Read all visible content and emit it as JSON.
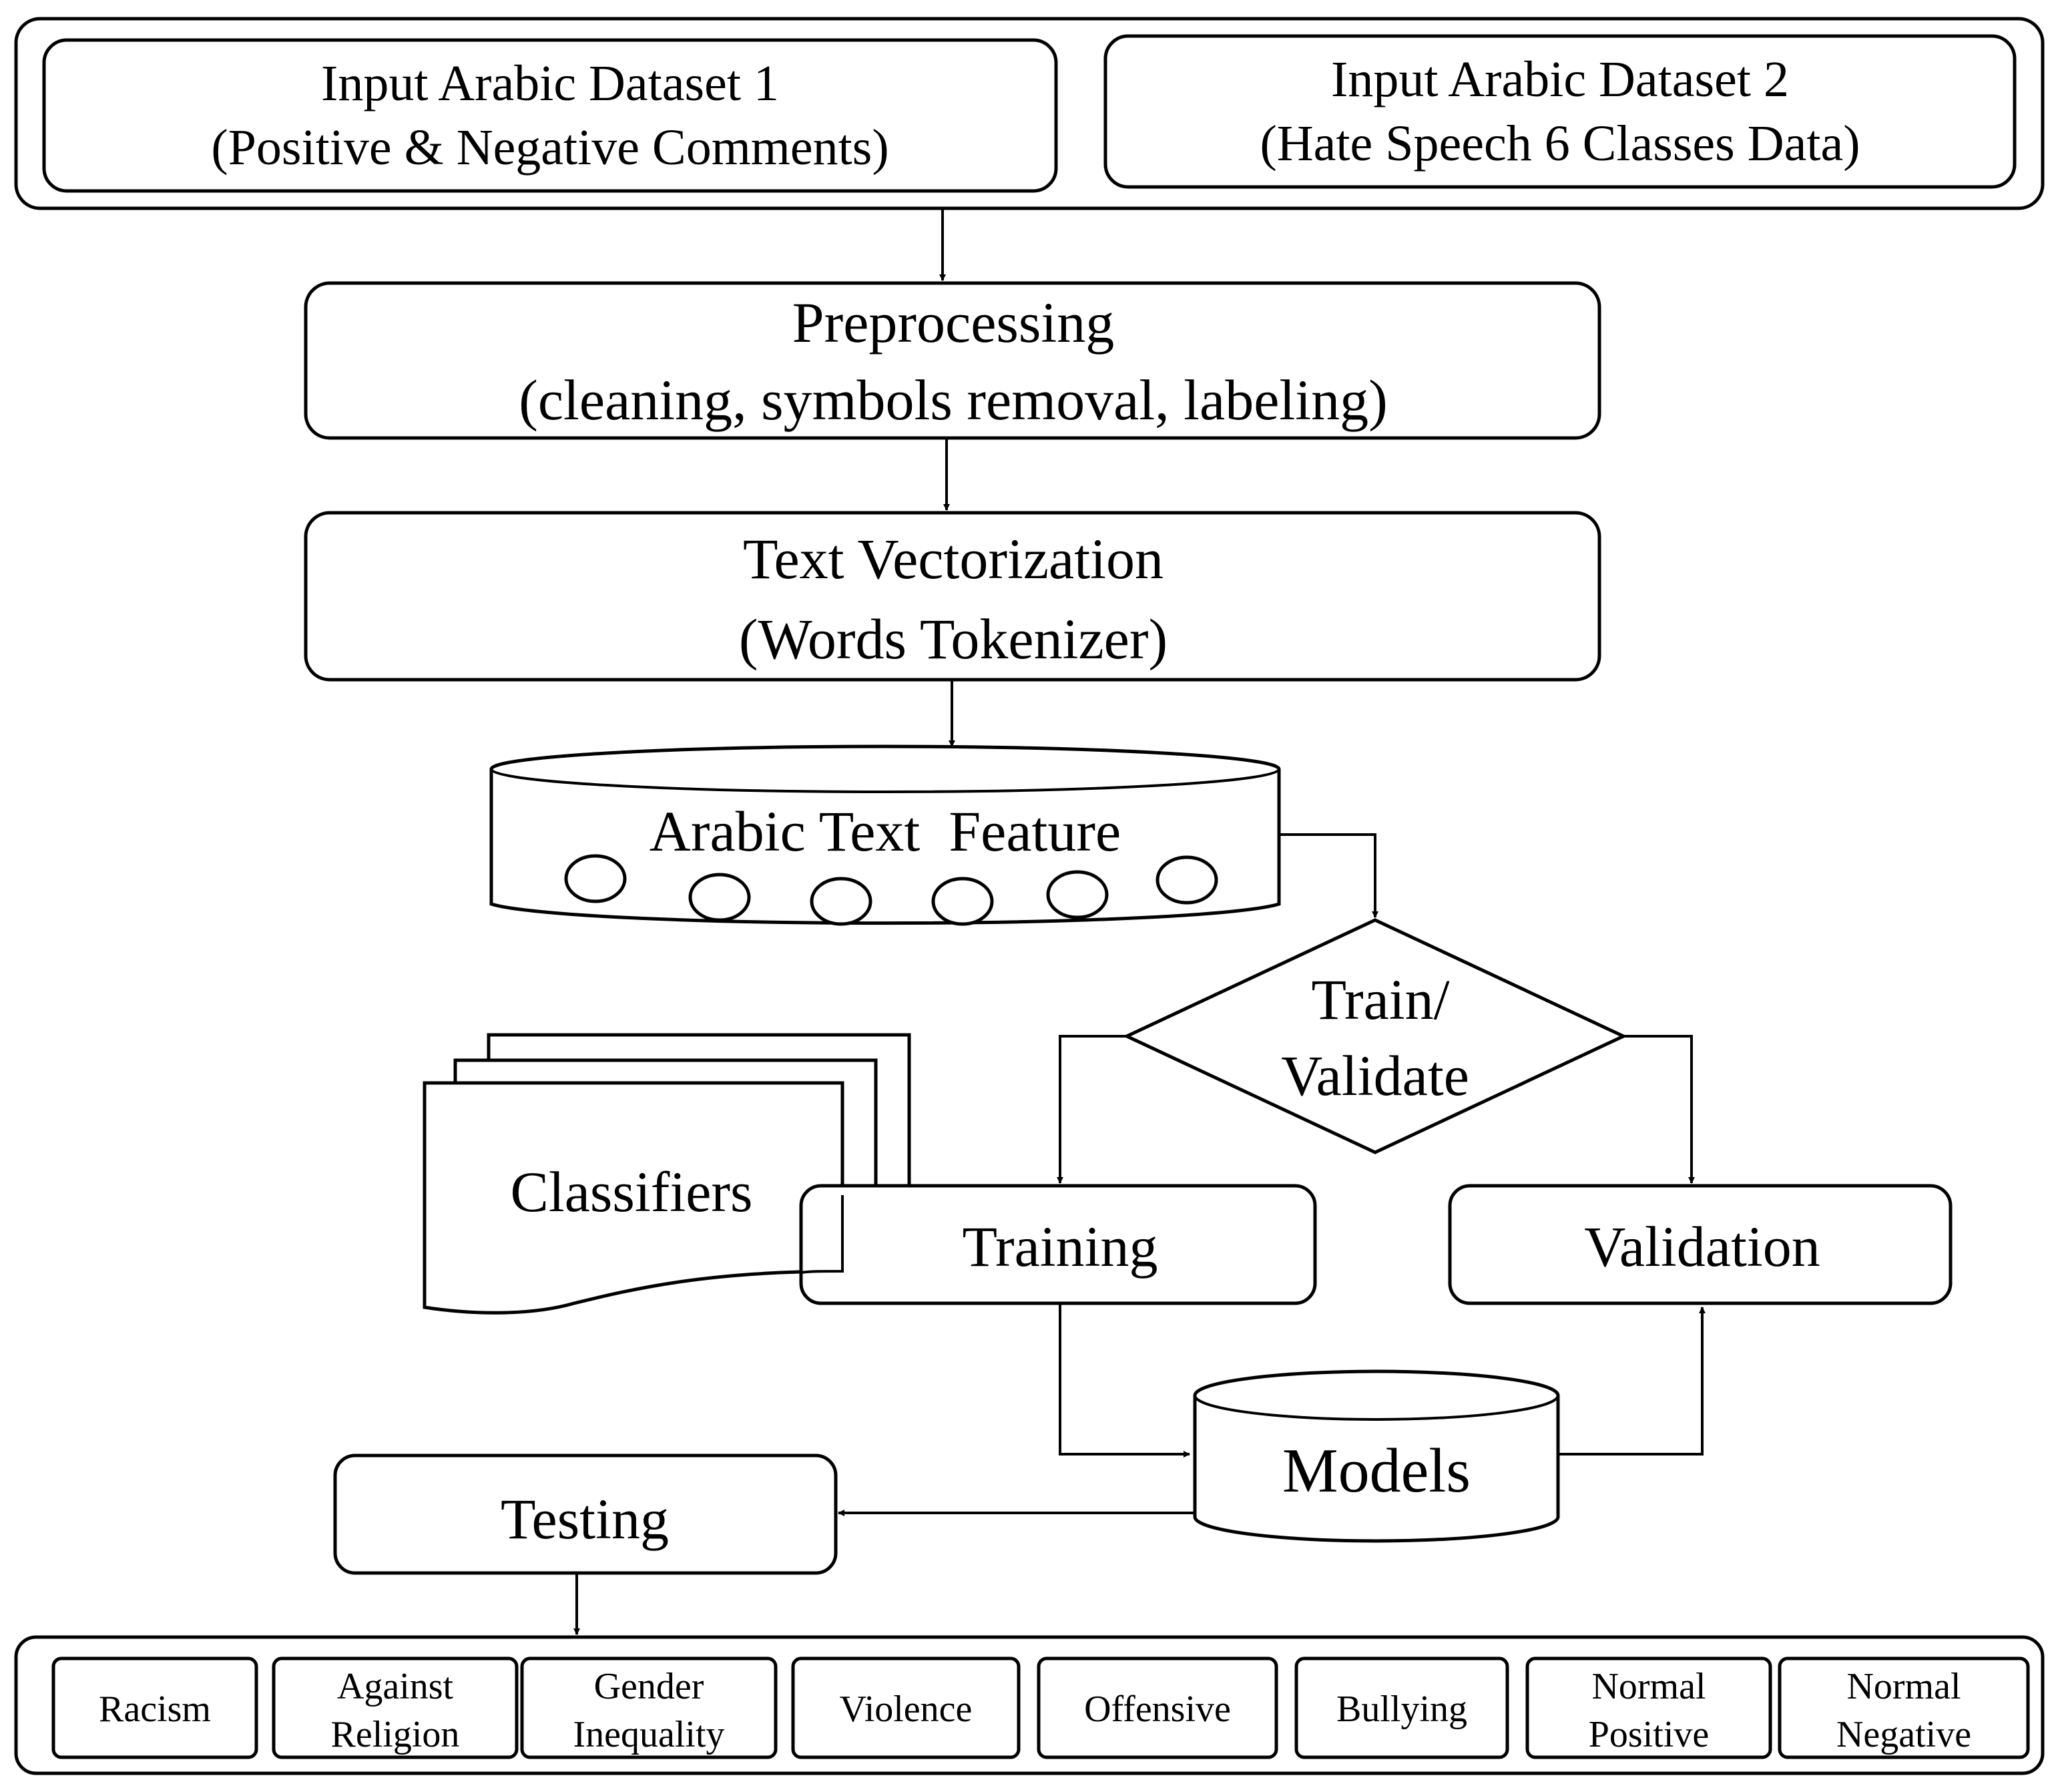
{
  "inputs": {
    "dataset1": {
      "line1": "Input Arabic Dataset 1",
      "line2": "(Positive & Negative Comments)"
    },
    "dataset2": {
      "line1": "Input Arabic Dataset 2",
      "line2": "(Hate Speech 6 Classes Data)"
    }
  },
  "preprocessing": {
    "line1": "Preprocessing",
    "line2": "(cleaning, symbols removal, labeling)"
  },
  "vectorization": {
    "line1": "Text Vectorization",
    "line2": "(Words Tokenizer)"
  },
  "feature_store": {
    "label": "Arabic Text  Feature"
  },
  "decision": {
    "line1": "Train/",
    "line2": "Validate"
  },
  "classifiers": {
    "label": "Classifiers"
  },
  "training": {
    "label": "Training"
  },
  "validation": {
    "label": "Validation"
  },
  "models": {
    "label": "Models"
  },
  "testing": {
    "label": "Testing"
  },
  "classes": [
    {
      "lines": [
        "Racism"
      ]
    },
    {
      "lines": [
        "Against",
        "Religion"
      ]
    },
    {
      "lines": [
        "Gender",
        "Inequality"
      ]
    },
    {
      "lines": [
        "Violence"
      ]
    },
    {
      "lines": [
        "Offensive"
      ]
    },
    {
      "lines": [
        "Bullying"
      ]
    },
    {
      "lines": [
        "Normal",
        "Positive"
      ]
    },
    {
      "lines": [
        "Normal",
        "Negative"
      ]
    }
  ]
}
